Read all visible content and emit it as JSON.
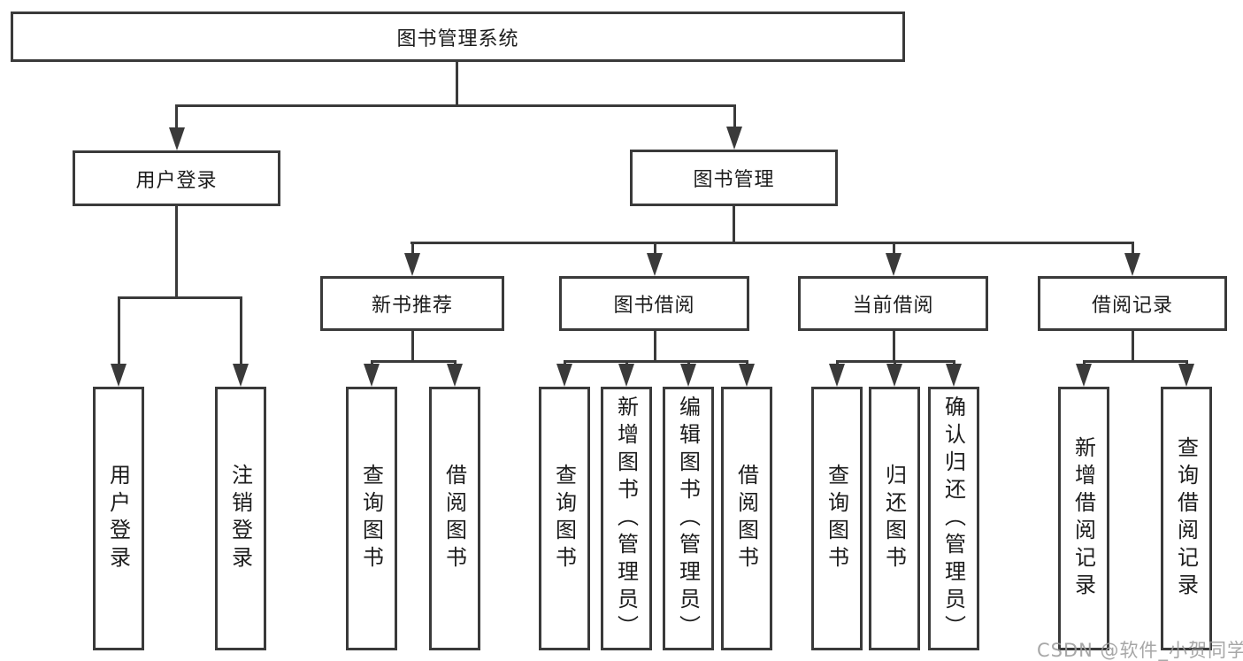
{
  "diagram_type": "hierarchy-tree",
  "tree": {
    "label": "图书管理系统",
    "children": [
      {
        "label": "用户登录",
        "children": [
          {
            "label": "用户登录"
          },
          {
            "label": "注销登录"
          }
        ]
      },
      {
        "label": "图书管理",
        "children": [
          {
            "label": "新书推荐",
            "children": [
              {
                "label": "查询图书"
              },
              {
                "label": "借阅图书"
              }
            ]
          },
          {
            "label": "图书借阅",
            "children": [
              {
                "label": "查询图书"
              },
              {
                "label": "新增图书（管理员）"
              },
              {
                "label": "编辑图书（管理员）"
              },
              {
                "label": "借阅图书"
              }
            ]
          },
          {
            "label": "当前借阅",
            "children": [
              {
                "label": "查询图书"
              },
              {
                "label": "归还图书"
              },
              {
                "label": "确认归还（管理员）"
              }
            ]
          },
          {
            "label": "借阅记录",
            "children": [
              {
                "label": "新增借阅记录"
              },
              {
                "label": "查询借阅记录"
              }
            ]
          }
        ]
      }
    ]
  },
  "watermark": {
    "text": "CSDN @软件_小贺同学"
  },
  "colors": {
    "line": "#3a3a3a",
    "text": "#1c1c1c",
    "background": "#ffffff",
    "watermark": "#9b9b9b"
  }
}
